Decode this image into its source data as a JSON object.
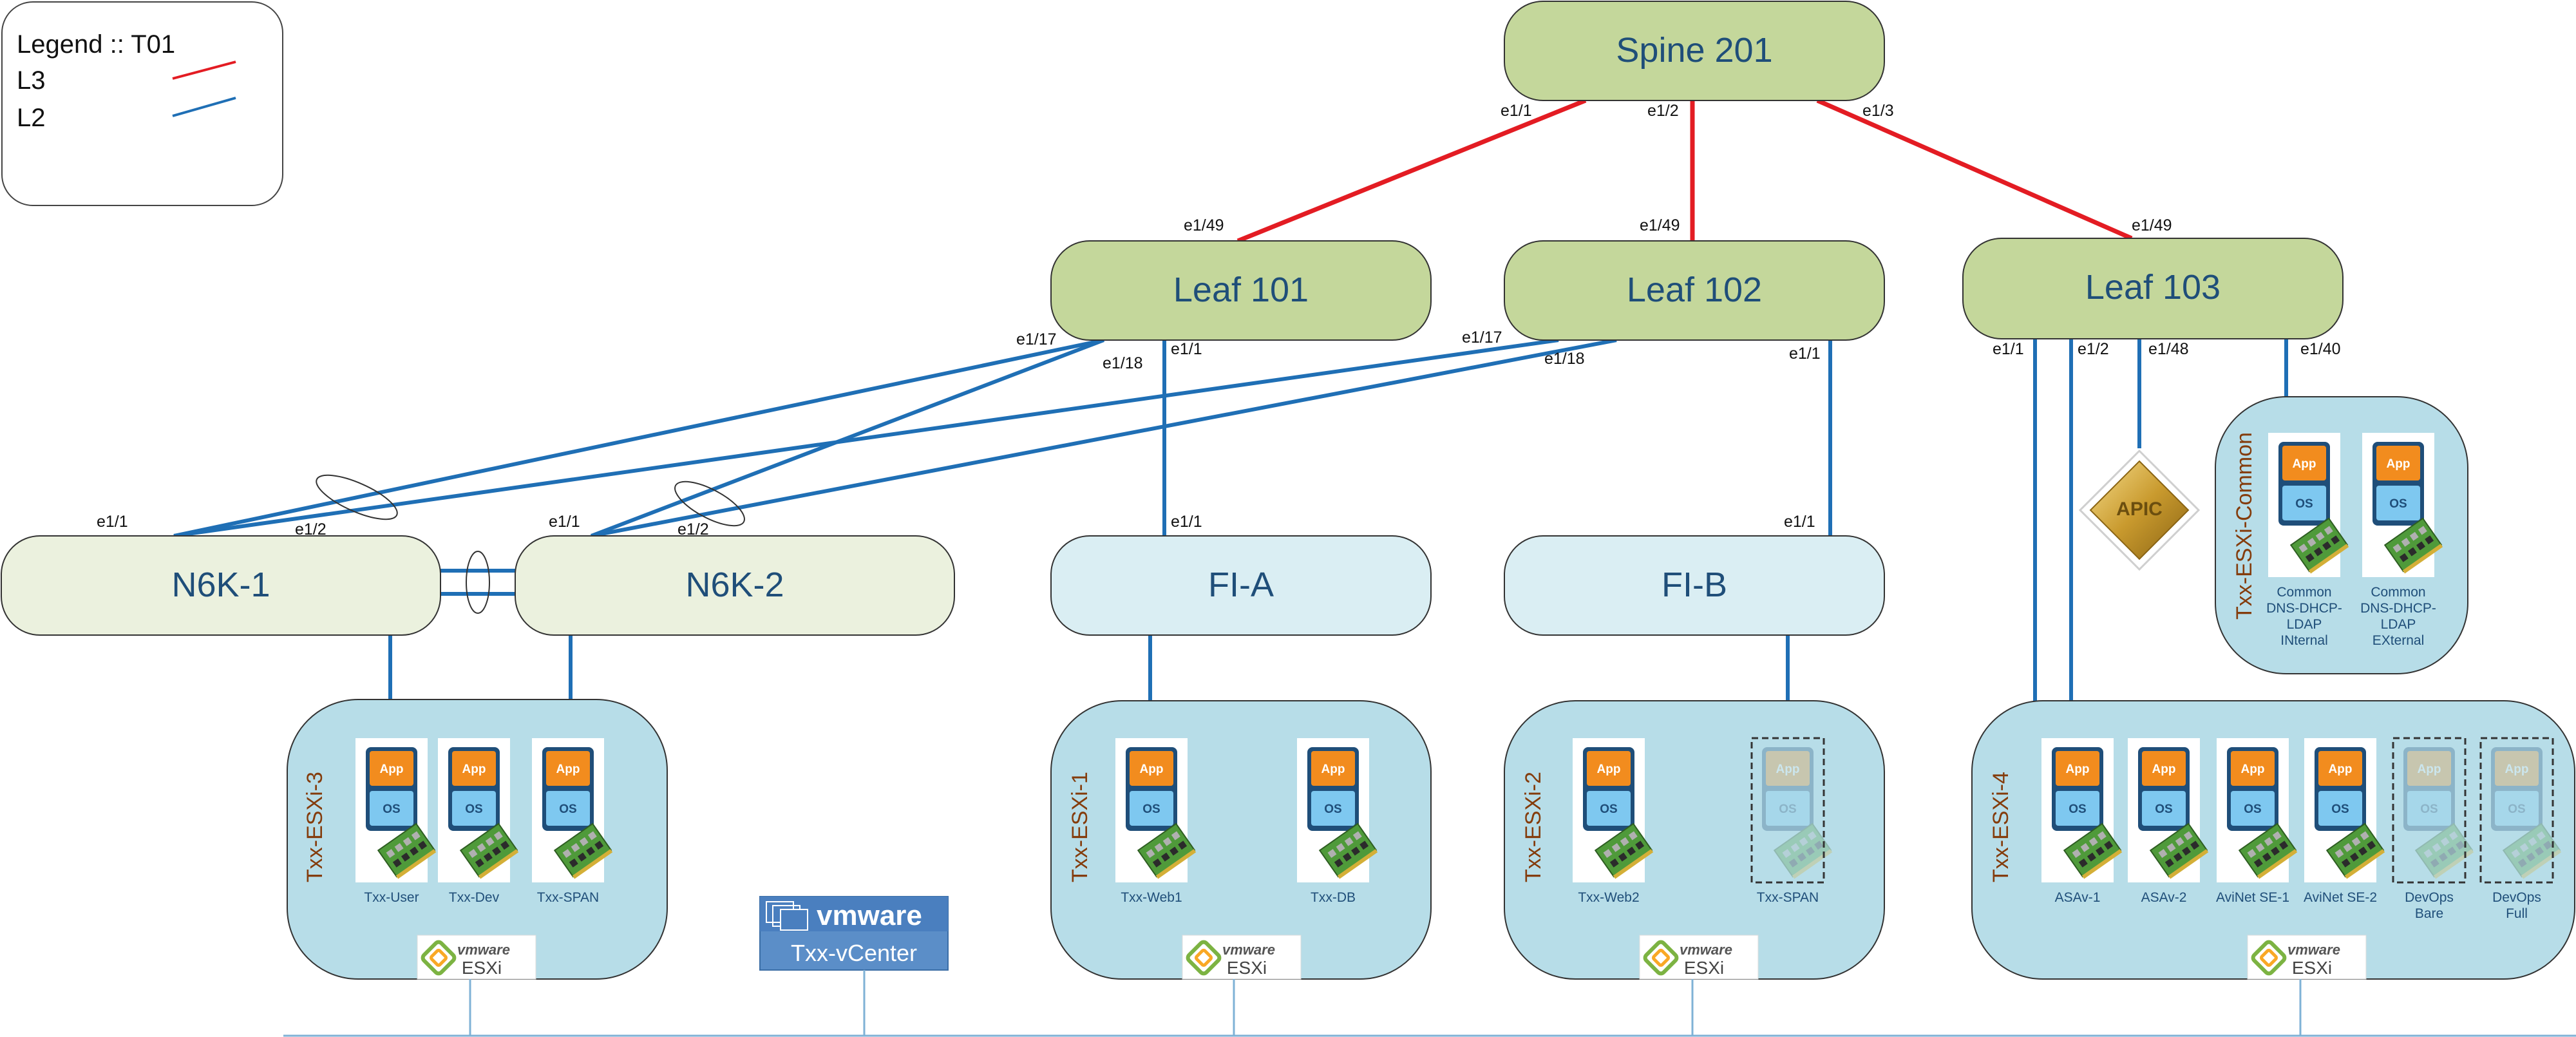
{
  "legend": {
    "title": "Legend :: T01",
    "l3_label": "L3",
    "l2_label": "L2",
    "l3_color": "#e31c23",
    "l2_color": "#1f6fb5"
  },
  "switches": {
    "spine201": "Spine 201",
    "leaf101": "Leaf 101",
    "leaf102": "Leaf 102",
    "leaf103": "Leaf 103",
    "n6k1": "N6K-1",
    "n6k2": "N6K-2",
    "fia": "FI-A",
    "fib": "FI-B"
  },
  "ports": {
    "spine_e1_1": "e1/1",
    "spine_e1_2": "e1/2",
    "spine_e1_3": "e1/3",
    "l101_e1_49": "e1/49",
    "l102_e1_49": "e1/49",
    "l103_e1_49": "e1/49",
    "l101_e1_17": "e1/17",
    "l101_e1_18": "e1/18",
    "l101_e1_1": "e1/1",
    "l102_e1_17": "e1/17",
    "l102_e1_18": "e1/18",
    "l102_e1_1": "e1/1",
    "l103_e1_1": "e1/1",
    "l103_e1_2": "e1/2",
    "l103_e1_48": "e1/48",
    "l103_e1_40": "e1/40",
    "n6k1_e1_1": "e1/1",
    "n6k1_e1_2": "e1/2",
    "n6k2_e1_1": "e1/1",
    "n6k2_e1_2": "e1/2",
    "fia_e1_1": "e1/1",
    "fib_e1_1": "e1/1"
  },
  "hosts": {
    "esxi3": {
      "title": "Txx-ESXi-3",
      "vms": [
        "Txx-User",
        "Txx-Dev",
        "Txx-SPAN"
      ]
    },
    "esxi1": {
      "title": "Txx-ESXi-1",
      "vms": [
        "Txx-Web1",
        "Txx-DB"
      ]
    },
    "esxi2": {
      "title": "Txx-ESXi-2",
      "vms": [
        "Txx-Web2",
        "Txx-SPAN"
      ]
    },
    "esxi4": {
      "title": "Txx-ESXi-4",
      "vms": [
        "ASAv-1",
        "ASAv-2",
        "AviNet SE-1",
        "AviNet SE-2",
        "DevOps Bare",
        "DevOps Full"
      ]
    },
    "common": {
      "title": "Txx-ESXi-Common",
      "vms": [
        [
          "Common",
          "DNS-DHCP-",
          "LDAP",
          "INternal"
        ],
        [
          "Common",
          "DNS-DHCP-",
          "LDAP",
          "EXternal"
        ]
      ]
    }
  },
  "vm_icon": {
    "app": "App",
    "os": "OS"
  },
  "apic": "APIC",
  "vmware": {
    "logo": "vmware",
    "esxi": "ESXi",
    "vcenter": "Txx-vCenter"
  }
}
